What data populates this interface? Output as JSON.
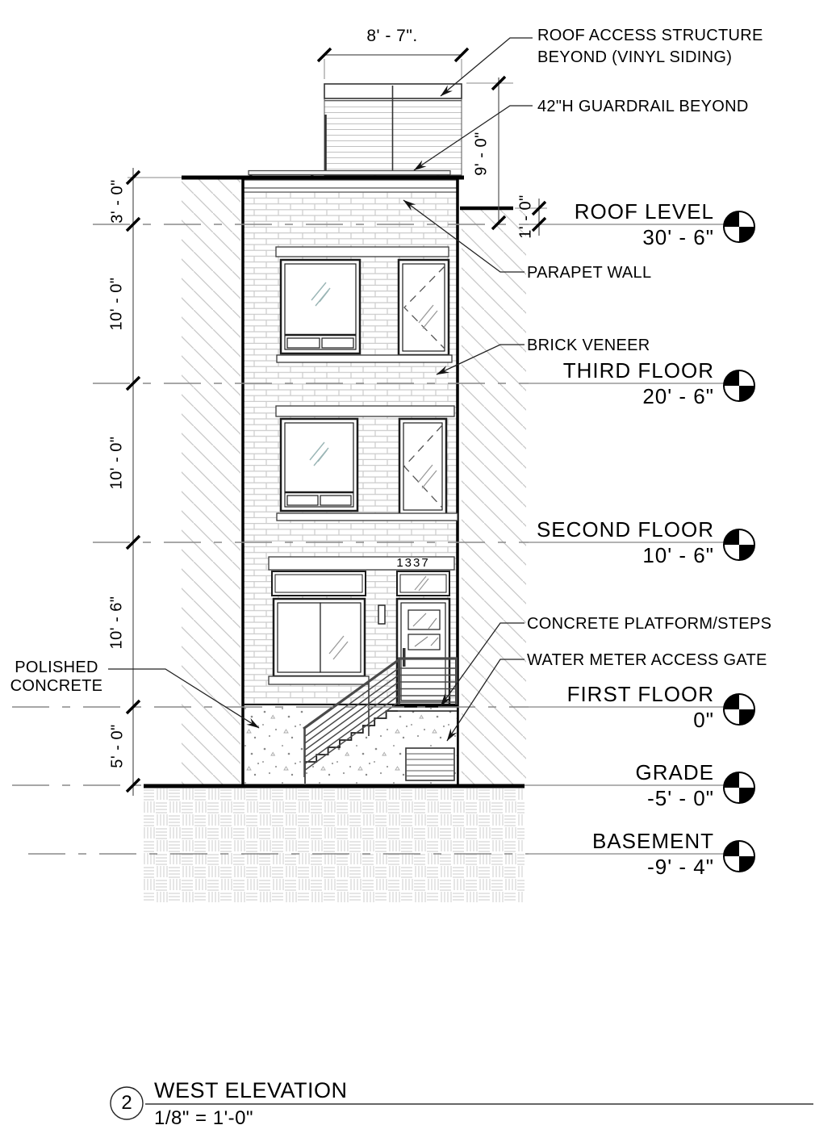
{
  "sheet": {
    "view_number": "2",
    "view_title": "WEST ELEVATION",
    "view_scale": "1/8\" = 1'-0\"",
    "building_address": "1337"
  },
  "levels": [
    {
      "name": "ROOF LEVEL",
      "elevation": "30' - 6\""
    },
    {
      "name": "THIRD FLOOR",
      "elevation": "20' - 6\""
    },
    {
      "name": "SECOND FLOOR",
      "elevation": "10' - 6\""
    },
    {
      "name": "FIRST FLOOR",
      "elevation": "0\""
    },
    {
      "name": "GRADE",
      "elevation": "-5' - 0\""
    },
    {
      "name": "BASEMENT",
      "elevation": "-9' - 4\""
    }
  ],
  "annotations": {
    "roof_access": "ROOF ACCESS STRUCTURE BEYOND (VINYL SIDING)",
    "guardrail": "42\"H GUARDRAIL BEYOND",
    "parapet_wall": "PARAPET WALL",
    "brick_veneer": "BRICK VENEER",
    "concrete_platform": "CONCRETE PLATFORM/STEPS",
    "water_meter": "WATER METER ACCESS GATE",
    "polished_concrete": "POLISHED CONCRETE"
  },
  "dimensions": {
    "roof_access_width": "8' - 7\".",
    "roof_access_height": "9' - 0\"",
    "parapet_step": "1' - 0\"",
    "parapet_height": "3' - 0\"",
    "third_to_roof": "10' - 0\"",
    "second_to_third": "10' - 0\"",
    "first_to_second": "10' - 6\"",
    "first_to_grade": "5' - 0\""
  },
  "colors": {
    "line": "#1c1c1c",
    "brick_joint": "#cccccc",
    "hatch": "#c8c8c8",
    "earth_hatch": "#d6d6d6",
    "level_line": "#8a8a8a",
    "glass_reflection": "#9ab5b5",
    "paper": "#ffffff"
  }
}
